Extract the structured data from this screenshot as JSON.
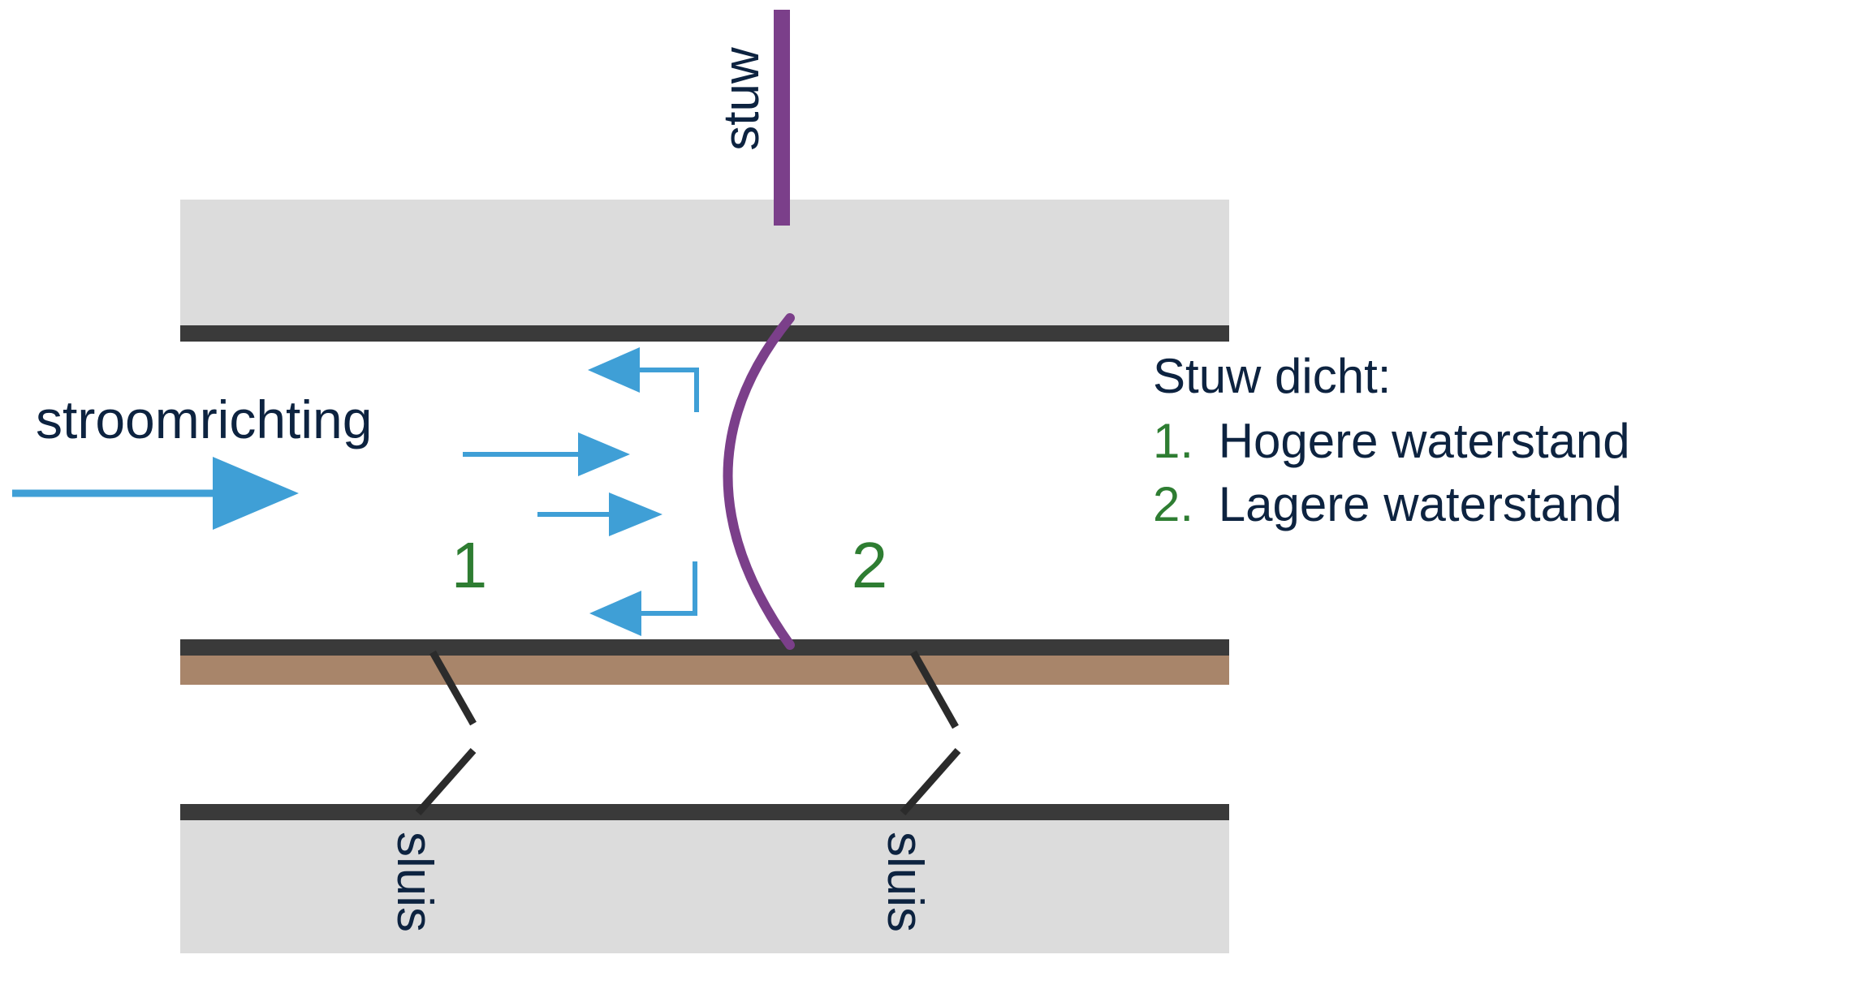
{
  "labels": {
    "weir": "stuw",
    "flow_direction": "stroomrichting",
    "region_1": "1",
    "region_2": "2",
    "lock_left": "sluis",
    "lock_right": "sluis"
  },
  "legend": {
    "title": "Stuw dicht:",
    "items": [
      {
        "number": "1.",
        "text": "Hogere waterstand"
      },
      {
        "number": "2.",
        "text": "Lagere waterstand"
      }
    ]
  },
  "colors": {
    "bank": "#dcdcdc",
    "line": "#3a3a3a",
    "dike": "#a8856a",
    "weir": "#7b3f8a",
    "arrow": "#3f9fd6",
    "label_dark": "#0d2340",
    "label_green": "#2e7d32"
  }
}
